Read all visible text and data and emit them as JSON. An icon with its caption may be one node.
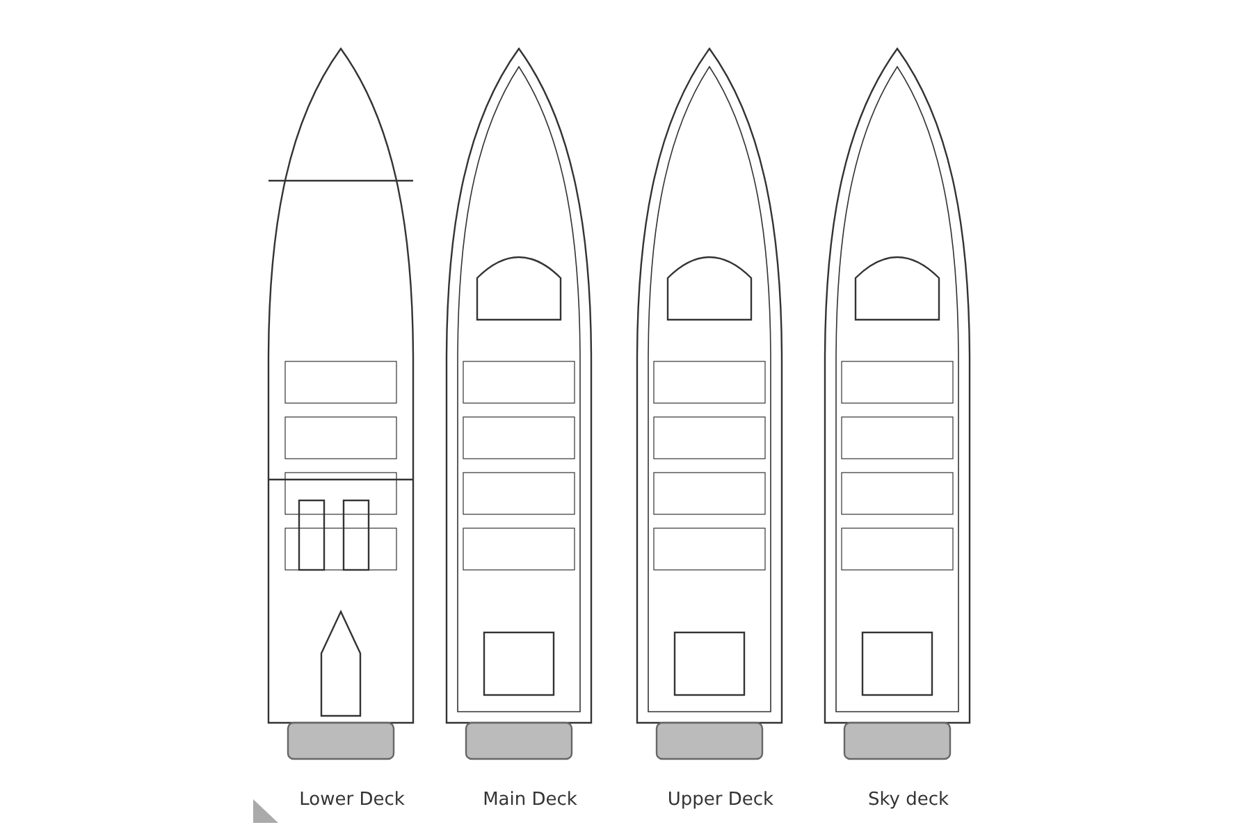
{
  "diagram": {
    "labels": [
      "Lower Deck",
      "Main Deck",
      "Upper Deck",
      "Sky deck"
    ]
  }
}
